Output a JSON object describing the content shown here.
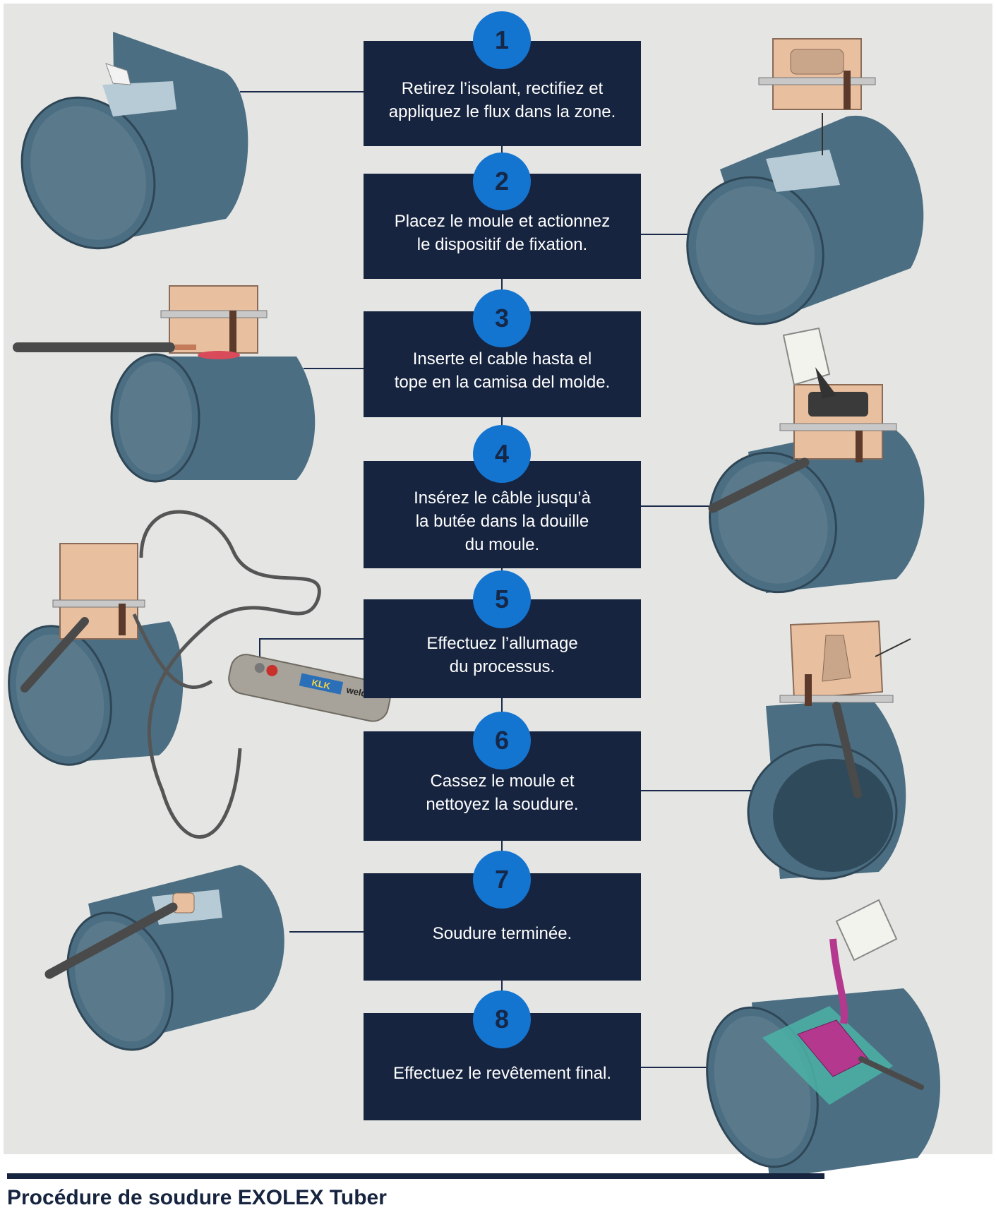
{
  "colors": {
    "panel_bg": "#e5e6e4",
    "card_bg": "#16243f",
    "badge_bg": "#1475d1",
    "badge_text": "#152848",
    "pipe": "#4b6e82",
    "pipe_dark": "#3d5d70",
    "mould": "#e8bf9f",
    "coating": "#b5388f"
  },
  "steps": [
    {
      "number": "1",
      "text": "Retirez l’isolant, rectifiez et\nappliquez le flux dans la zone."
    },
    {
      "number": "2",
      "text": "Placez le moule et actionnez\nle dispositif de fixation."
    },
    {
      "number": "3",
      "text": "Inserte el cable hasta el\ntope en la camisa del molde."
    },
    {
      "number": "4",
      "text": "Insérez le câble jusqu’à\nla butée dans la douille\ndu moule."
    },
    {
      "number": "5",
      "text": "Effectuez l’allumage\ndu processus."
    },
    {
      "number": "6",
      "text": "Cassez le moule et\nnettoyez la soudure."
    },
    {
      "number": "7",
      "text": "Soudure terminée."
    },
    {
      "number": "8",
      "text": "Effectuez le revêtement final."
    }
  ],
  "igniter": {
    "brand_mark": "KLK",
    "brand_word": "weld"
  },
  "illustrations": [
    "pipe-flux-application",
    "pipe-mould-placement",
    "pipe-cable-insertion-side",
    "pipe-powder-pouring",
    "pipe-ignition-device",
    "pipe-broken-mould",
    "pipe-finished-weld",
    "pipe-final-coating"
  ],
  "footer": {
    "title": "Procédure de soudure EXOLEX Tuber"
  }
}
